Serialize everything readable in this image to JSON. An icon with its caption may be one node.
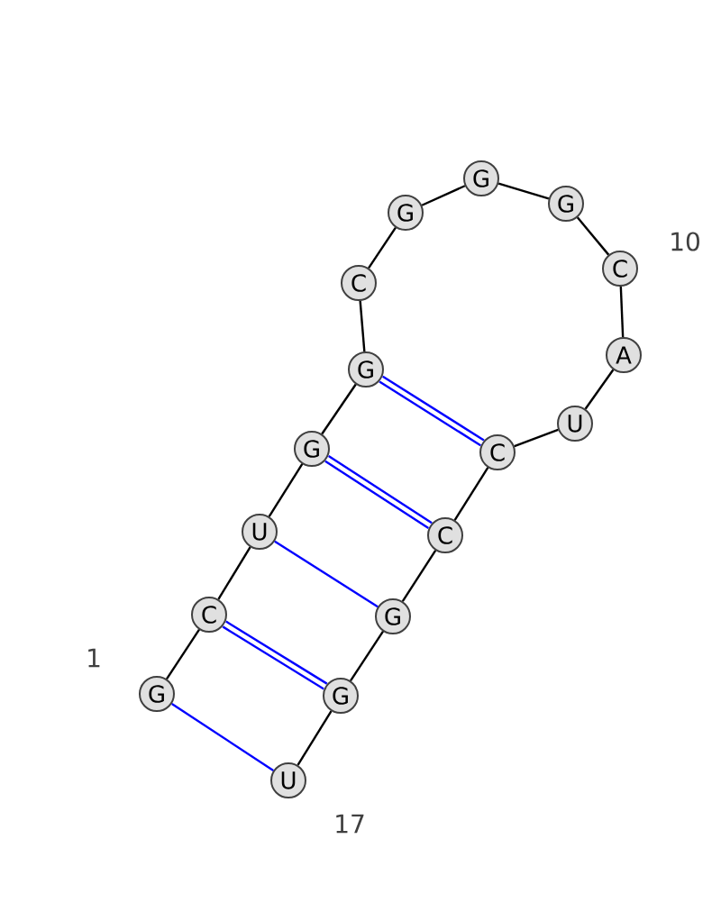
{
  "diagram": {
    "nodes": [
      {
        "text": [
          "G"
        ],
        "beside": [
          "1"
        ]
      },
      {
        "text": [
          "C"
        ]
      },
      {
        "text": [
          "U"
        ]
      },
      {
        "text": [
          "G"
        ]
      },
      {
        "text": [
          "G"
        ]
      },
      {
        "text": [
          "C"
        ]
      },
      {
        "text": [
          "G"
        ]
      },
      {
        "text": [
          "G"
        ]
      },
      {
        "text": [
          "G"
        ]
      },
      {
        "text": [
          "C"
        ],
        "beside": [
          "10"
        ]
      },
      {
        "text": [
          "A"
        ]
      },
      {
        "text": [
          "U"
        ]
      },
      {
        "text": [
          "C"
        ]
      },
      {
        "text": [
          "C"
        ]
      },
      {
        "text": [
          "G"
        ]
      },
      {
        "text": [
          "G"
        ]
      },
      {
        "text": [
          "U"
        ],
        "beside": [
          "17"
        ]
      }
    ],
    "edges": [
      {
        "from": 0,
        "to": 1,
        "arrow": "none"
      },
      {
        "from": 1,
        "to": 2,
        "arrow": "none"
      },
      {
        "from": 2,
        "to": 3,
        "arrow": "none"
      },
      {
        "from": 3,
        "to": 4,
        "arrow": "none"
      },
      {
        "from": 4,
        "to": 5,
        "arrow": "none"
      },
      {
        "from": 5,
        "to": 6,
        "arrow": "none"
      },
      {
        "from": 6,
        "to": 7,
        "arrow": "none"
      },
      {
        "from": 7,
        "to": 8,
        "arrow": "none"
      },
      {
        "from": 8,
        "to": 9,
        "arrow": "none"
      },
      {
        "from": 9,
        "to": 10,
        "arrow": "none"
      },
      {
        "from": 10,
        "to": 11,
        "arrow": "none"
      },
      {
        "from": 11,
        "to": 12,
        "arrow": "none"
      },
      {
        "from": 12,
        "to": 13,
        "arrow": "none"
      },
      {
        "from": 13,
        "to": 14,
        "arrow": "none"
      },
      {
        "from": 14,
        "to": 15,
        "arrow": "none"
      },
      {
        "from": 15,
        "to": 16,
        "arrow": "none"
      },
      {
        "from": 0,
        "to": 16,
        "arrow": "none",
        "color": "#0000ff"
      },
      {
        "from": 1,
        "to": 15,
        "arrow": "none",
        "color": "#0000ff",
        "style": "thick"
      },
      {
        "from": 2,
        "to": 14,
        "arrow": "none",
        "color": "#0000ff"
      },
      {
        "from": 3,
        "to": 13,
        "arrow": "none",
        "color": "#0000ff",
        "style": "thick"
      },
      {
        "from": 4,
        "to": 12,
        "arrow": "none",
        "color": "#0000ff",
        "style": "thick"
      }
    ]
  }
}
